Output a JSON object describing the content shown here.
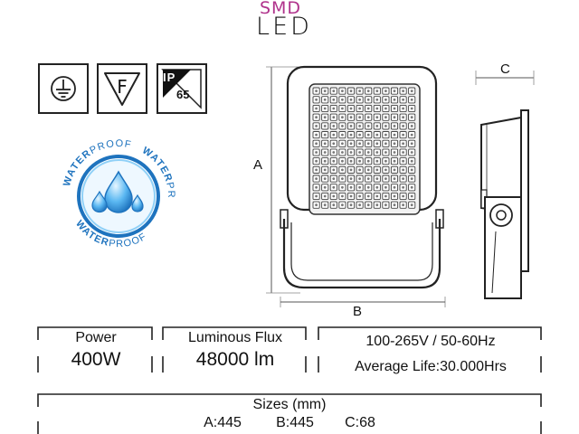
{
  "brand": {
    "top": "SMD",
    "bottom": "LED",
    "top_color": "#b0338c"
  },
  "certifications": {
    "ground_icon": "ground-icon",
    "f_mark": "F",
    "ip_prefix": "IP",
    "ip_rating": "65"
  },
  "waterproof_badge": {
    "bold_word": "WATER",
    "light_word": "PROOF",
    "accent": "#1e73be",
    "droplet_color": "#3fa9f5"
  },
  "drawing": {
    "label_a": "A",
    "label_b": "B",
    "label_c": "C"
  },
  "specs": {
    "power_label": "Power",
    "power_value": "400W",
    "flux_label": "Luminous Flux",
    "flux_value": "48000 lm",
    "voltage": "100-265V / 50-60Hz",
    "life": "Average Life:30.000Hrs"
  },
  "sizes": {
    "title": "Sizes (mm)",
    "a": "A:445",
    "b": "B:445",
    "c": "C:68"
  }
}
